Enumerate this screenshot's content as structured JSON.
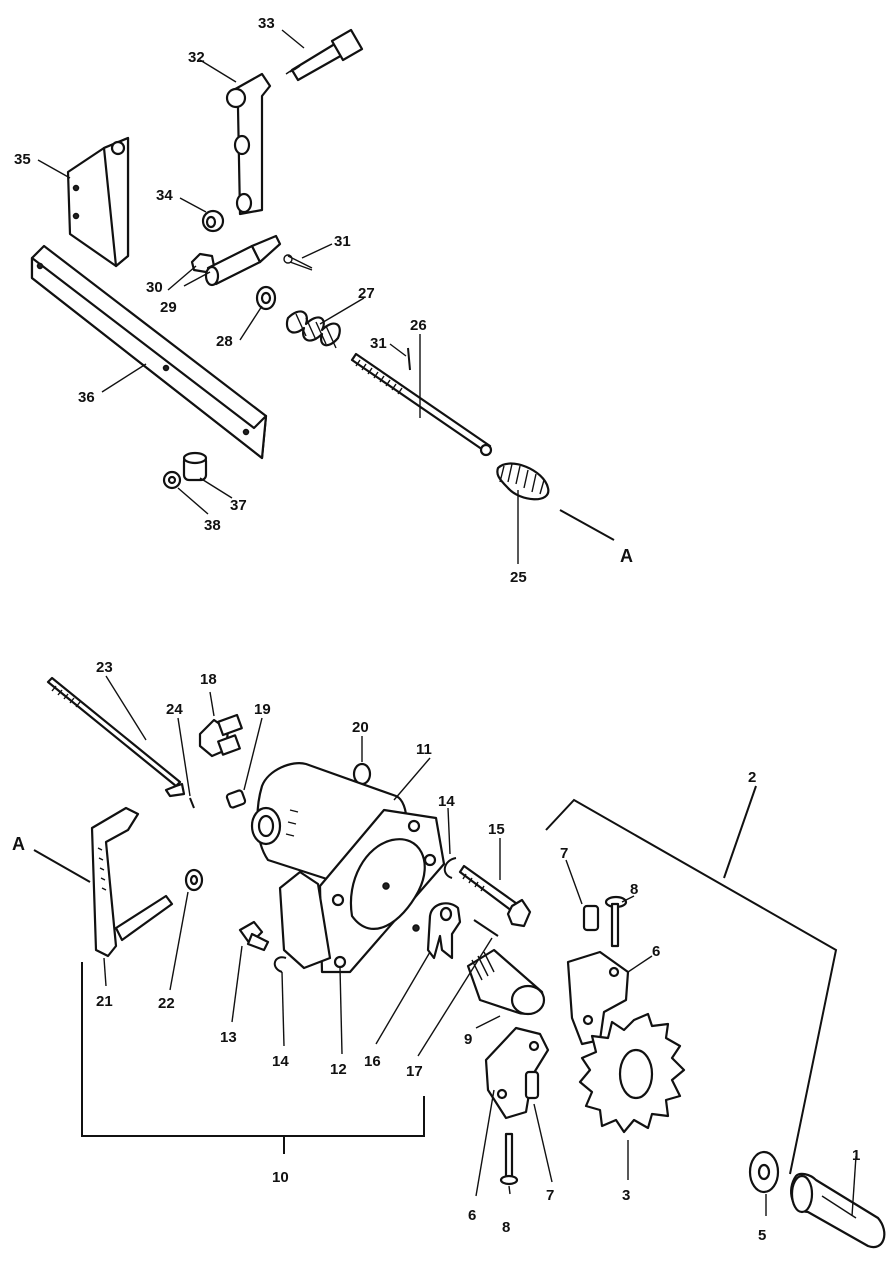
{
  "figure": {
    "top_labels": [
      "33",
      "32",
      "35",
      "34",
      "31",
      "30",
      "29",
      "28",
      "27",
      "31",
      "26",
      "36",
      "37",
      "38",
      "25",
      "A"
    ],
    "bottom_labels": [
      "23",
      "18",
      "19",
      "24",
      "20",
      "11",
      "A",
      "14",
      "15",
      "2",
      "7",
      "8",
      "6",
      "21",
      "22",
      "13",
      "14",
      "12",
      "16",
      "17",
      "9",
      "6",
      "7",
      "8",
      "3",
      "10",
      "1",
      "5"
    ]
  },
  "callouts": {
    "c33": "33",
    "c32": "32",
    "c35": "35",
    "c34": "34",
    "c31a": "31",
    "c30": "30",
    "c29": "29",
    "c28": "28",
    "c27": "27",
    "c31b": "31",
    "c26": "26",
    "c36": "36",
    "c37": "37",
    "c38": "38",
    "c25": "25",
    "cA1": "A",
    "c23": "23",
    "c18": "18",
    "c19": "19",
    "c24": "24",
    "c20": "20",
    "c11": "11",
    "cA2": "A",
    "c14a": "14",
    "c15": "15",
    "c2": "2",
    "c7a": "7",
    "c8a": "8",
    "c6a": "6",
    "c21": "21",
    "c22": "22",
    "c13": "13",
    "c14b": "14",
    "c12": "12",
    "c16": "16",
    "c17": "17",
    "c9": "9",
    "c6b": "6",
    "c7b": "7",
    "c8b": "8",
    "c3": "3",
    "c10": "10",
    "c1": "1",
    "c5": "5"
  }
}
